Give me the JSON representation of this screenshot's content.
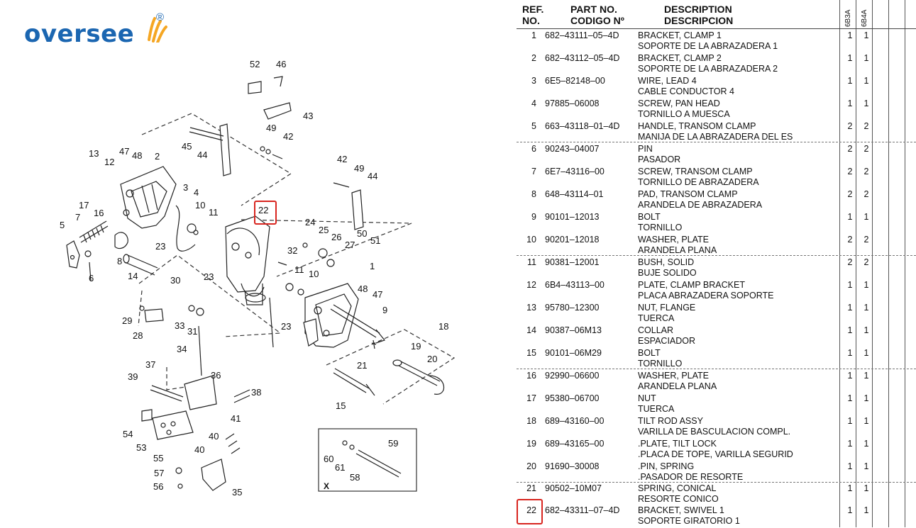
{
  "brand": {
    "name": "oversee",
    "registered": "®"
  },
  "diagram": {
    "highlighted_ref": "22",
    "inset_label": "X",
    "callouts": [
      "52",
      "46",
      "43",
      "49",
      "42",
      "45",
      "44",
      "13",
      "47",
      "48",
      "2",
      "12",
      "3",
      "4",
      "10",
      "11",
      "22",
      "42",
      "49",
      "44",
      "17",
      "16",
      "7",
      "5",
      "6",
      "8",
      "14",
      "23",
      "23",
      "30",
      "24",
      "25",
      "26",
      "27",
      "32",
      "50",
      "51",
      "11",
      "10",
      "1",
      "48",
      "47",
      "9",
      "23",
      "29",
      "28",
      "33",
      "31",
      "34",
      "18",
      "19",
      "20",
      "21",
      "15",
      "37",
      "39",
      "36",
      "38",
      "54",
      "53",
      "40",
      "40",
      "41",
      "55",
      "57",
      "56",
      "35",
      "59",
      "60",
      "61",
      "58"
    ]
  },
  "table": {
    "headers": {
      "ref1": "REF.",
      "ref2": "NO.",
      "part1": "PART NO.",
      "part2": "CODIGO Nº",
      "desc1": "DESCRIPTION",
      "desc2": "DESCRIPCION",
      "model_a": "6B3A",
      "model_b": "6B4A"
    },
    "rows": [
      {
        "ref": "1",
        "part": "682–43111–05–4D",
        "desc_en": "BRACKET, CLAMP 1",
        "desc_es": "SOPORTE DE LA ABRAZADERA 1",
        "qa": "1",
        "qb": "1"
      },
      {
        "ref": "2",
        "part": "682–43112–05–4D",
        "desc_en": "BRACKET, CLAMP 2",
        "desc_es": "SOPORTE DE LA ABRAZADERA 2",
        "qa": "1",
        "qb": "1"
      },
      {
        "ref": "3",
        "part": "6E5–82148–00",
        "desc_en": "WIRE, LEAD 4",
        "desc_es": "CABLE  CONDUCTOR 4",
        "qa": "1",
        "qb": "1"
      },
      {
        "ref": "4",
        "part": "97885–06008",
        "desc_en": "SCREW, PAN HEAD",
        "desc_es": "TORNILLO A MUESCA",
        "qa": "1",
        "qb": "1"
      },
      {
        "ref": "5",
        "part": "663–43118–01–4D",
        "desc_en": "HANDLE, TRANSOM CLAMP",
        "desc_es": "MANIJA DE LA ABRAZADERA DEL ES",
        "qa": "2",
        "qb": "2"
      },
      {
        "ref": "6",
        "part": "90243–04007",
        "desc_en": "PIN",
        "desc_es": "PASADOR",
        "qa": "2",
        "qb": "2"
      },
      {
        "ref": "7",
        "part": "6E7–43116–00",
        "desc_en": "SCREW, TRANSOM CLAMP",
        "desc_es": "TORNILLO DE ABRAZADERA",
        "qa": "2",
        "qb": "2"
      },
      {
        "ref": "8",
        "part": "648–43114–01",
        "desc_en": "PAD, TRANSOM CLAMP",
        "desc_es": "ARANDELA DE ABRAZADERA",
        "qa": "2",
        "qb": "2"
      },
      {
        "ref": "9",
        "part": "90101–12013",
        "desc_en": "BOLT",
        "desc_es": "TORNILLO",
        "qa": "1",
        "qb": "1"
      },
      {
        "ref": "10",
        "part": "90201–12018",
        "desc_en": "WASHER, PLATE",
        "desc_es": "ARANDELA PLANA",
        "qa": "2",
        "qb": "2"
      },
      {
        "ref": "11",
        "part": "90381–12001",
        "desc_en": "BUSH, SOLID",
        "desc_es": "BUJE  SOLIDO",
        "qa": "2",
        "qb": "2"
      },
      {
        "ref": "12",
        "part": "6B4–43113–00",
        "desc_en": "PLATE, CLAMP BRACKET",
        "desc_es": "PLACA ABRAZADERA SOPORTE",
        "qa": "1",
        "qb": "1"
      },
      {
        "ref": "13",
        "part": "95780–12300",
        "desc_en": "NUT, FLANGE",
        "desc_es": "TUERCA",
        "qa": "1",
        "qb": "1"
      },
      {
        "ref": "14",
        "part": "90387–06M13",
        "desc_en": "COLLAR",
        "desc_es": "ESPACIADOR",
        "qa": "1",
        "qb": "1"
      },
      {
        "ref": "15",
        "part": "90101–06M29",
        "desc_en": "BOLT",
        "desc_es": "TORNILLO",
        "qa": "1",
        "qb": "1"
      },
      {
        "ref": "16",
        "part": "92990–06600",
        "desc_en": "WASHER, PLATE",
        "desc_es": "ARANDELA PLANA",
        "qa": "1",
        "qb": "1"
      },
      {
        "ref": "17",
        "part": "95380–06700",
        "desc_en": "NUT",
        "desc_es": "TUERCA",
        "qa": "1",
        "qb": "1"
      },
      {
        "ref": "18",
        "part": "689–43160–00",
        "desc_en": "TILT ROD ASSY",
        "desc_es": "VARILLA DE BASCULACION COMPL.",
        "qa": "1",
        "qb": "1"
      },
      {
        "ref": "19",
        "part": "689–43165–00",
        "desc_en": ".PLATE, TILT LOCK",
        "desc_es": ".PLACA DE TOPE, VARILLA SEGURID",
        "qa": "1",
        "qb": "1"
      },
      {
        "ref": "20",
        "part": "91690–30008",
        "desc_en": ".PIN, SPRING",
        "desc_es": ".PASADOR DE RESORTE",
        "qa": "1",
        "qb": "1"
      },
      {
        "ref": "21",
        "part": "90502–10M07",
        "desc_en": "SPRING, CONICAL",
        "desc_es": "RESORTE  CONICO",
        "qa": "1",
        "qb": "1"
      },
      {
        "ref": "22",
        "part": "682–43311–07–4D",
        "desc_en": "BRACKET, SWIVEL 1",
        "desc_es": "SOPORTE GIRATORIO 1",
        "qa": "1",
        "qb": "1"
      }
    ]
  },
  "colors": {
    "brand_blue": "#1b66b1",
    "brand_orange": "#f5a623",
    "highlight_red": "#d8251f"
  }
}
